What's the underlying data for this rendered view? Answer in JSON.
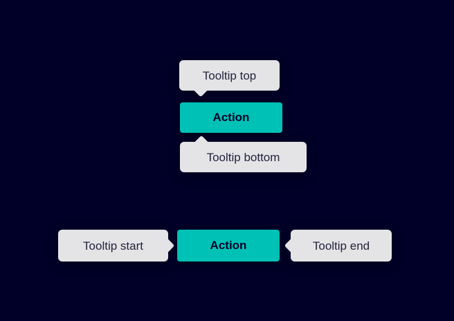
{
  "theme": {
    "background": "#000028",
    "tooltip_bg": "#e4e4e7",
    "tooltip_text": "#23233c",
    "accent": "#00c1b6",
    "button_text": "#000028"
  },
  "tooltips": {
    "top": {
      "label": "Tooltip top"
    },
    "bottom": {
      "label": "Tooltip bottom"
    },
    "start": {
      "label": "Tooltip start"
    },
    "end": {
      "label": "Tooltip end"
    }
  },
  "buttons": {
    "action_top": {
      "label": "Action"
    },
    "action_bottom": {
      "label": "Action"
    }
  }
}
